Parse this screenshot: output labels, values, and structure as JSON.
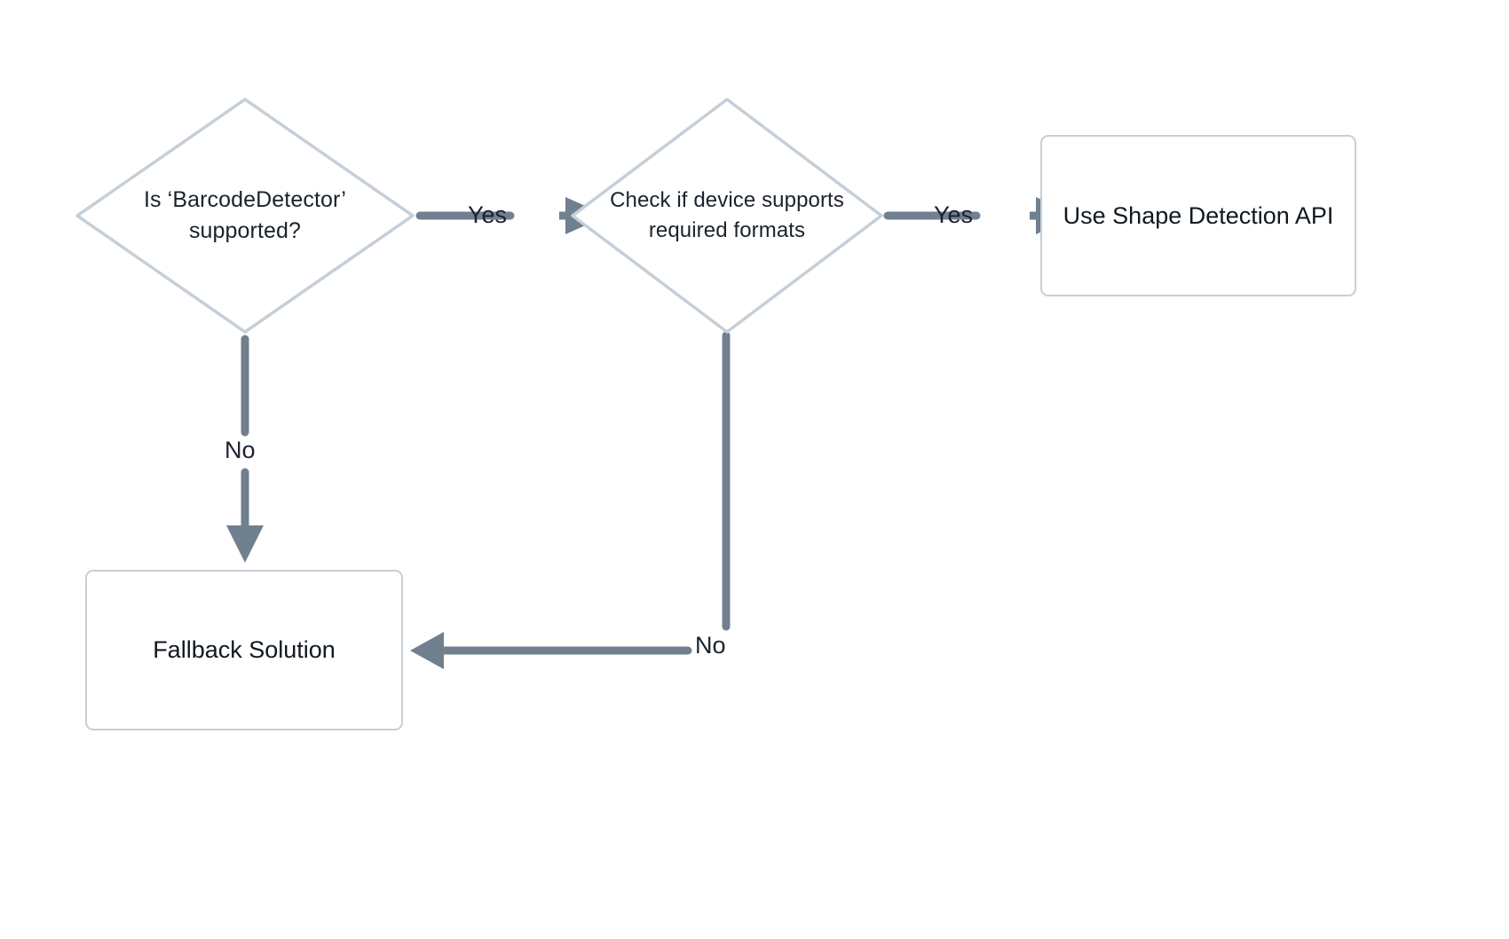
{
  "diagram": {
    "type": "flowchart",
    "title": "BarcodeDetector support decision flow",
    "background_color": "#ffffff",
    "shape_border_color": "#c5cfd9",
    "edge_color": "#70808f",
    "text_color": "#1b222c",
    "nodes": [
      {
        "id": "decision-barcodedetector",
        "shape": "diamond",
        "label": "Is ‘BarcodeDetector’\nsupported?"
      },
      {
        "id": "decision-formats",
        "shape": "diamond",
        "label": "Check if device supports\nrequired formats"
      },
      {
        "id": "use-shape-detection-api",
        "shape": "rectangle",
        "label": "Use Shape Detection API"
      },
      {
        "id": "fallback-solution",
        "shape": "rectangle",
        "label": "Fallback Solution"
      }
    ],
    "edges": [
      {
        "id": "edge-barcodedetector-yes",
        "from": "decision-barcodedetector",
        "to": "decision-formats",
        "label": "Yes",
        "direction": "right"
      },
      {
        "id": "edge-barcodedetector-no",
        "from": "decision-barcodedetector",
        "to": "fallback-solution",
        "label": "No",
        "direction": "down"
      },
      {
        "id": "edge-formats-yes",
        "from": "decision-formats",
        "to": "use-shape-detection-api",
        "label": "Yes",
        "direction": "right"
      },
      {
        "id": "edge-formats-no",
        "from": "decision-formats",
        "to": "fallback-solution",
        "label": "No",
        "direction": "down-left"
      }
    ]
  }
}
